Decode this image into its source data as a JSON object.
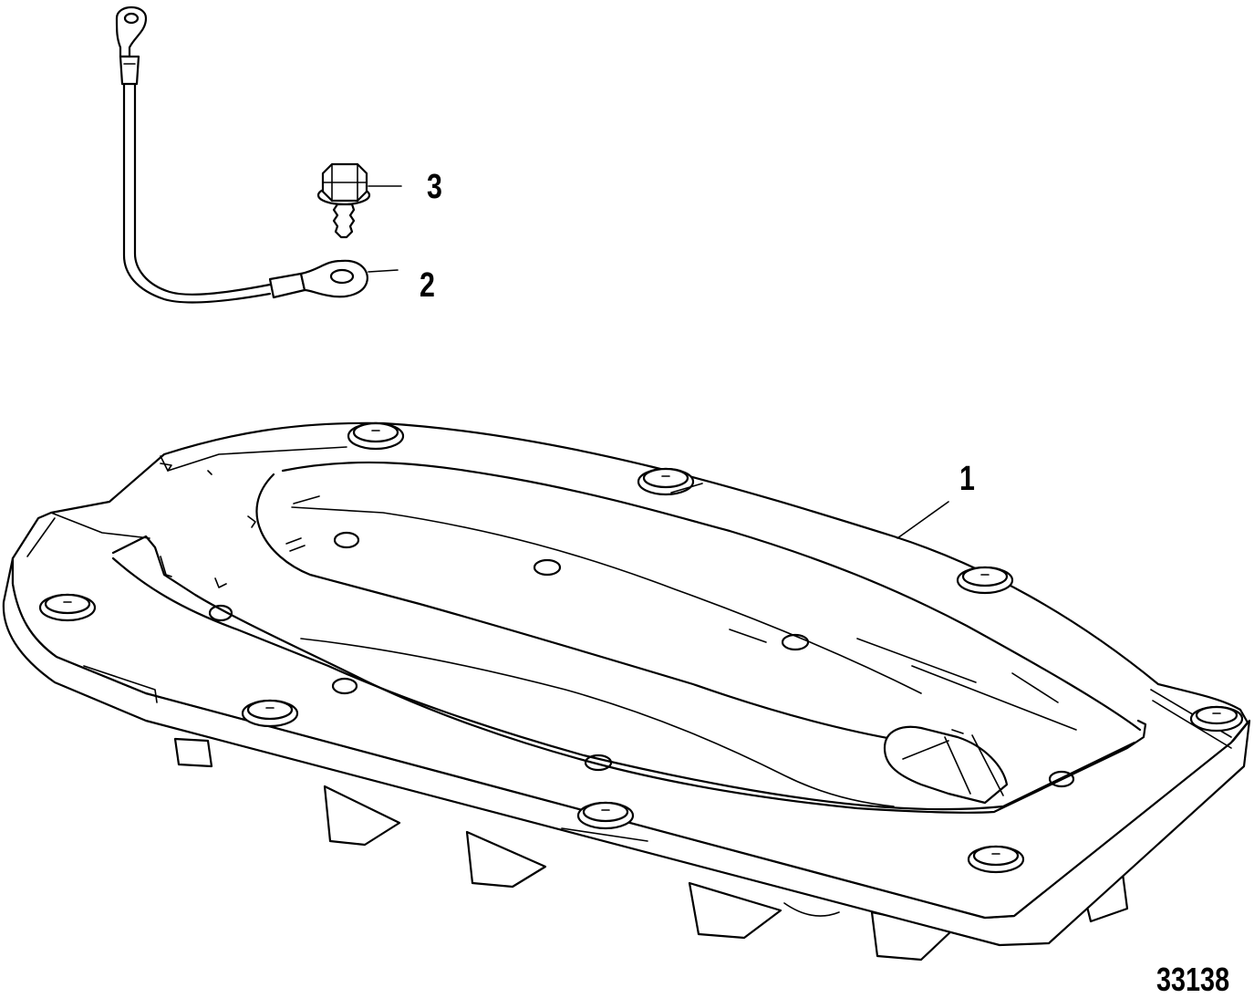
{
  "callouts": {
    "item_1": "1",
    "item_2": "2",
    "item_3": "3"
  },
  "figure_number": "33138"
}
